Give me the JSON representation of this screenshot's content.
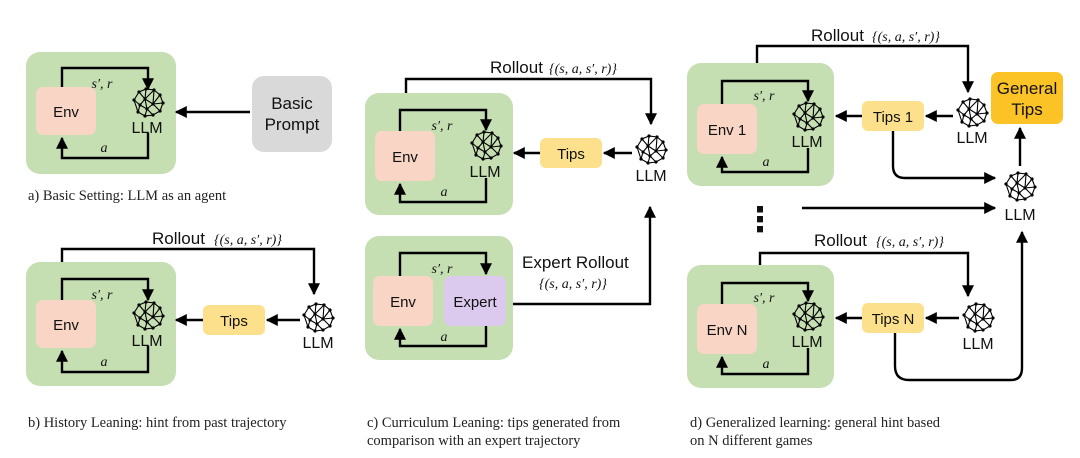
{
  "labels": {
    "env": "Env",
    "env_1": "Env 1",
    "env_n": "Env N",
    "llm": "LLM",
    "tips": "Tips",
    "tips_1": "Tips 1",
    "tips_n": "Tips N",
    "basic_prompt_line1": "Basic",
    "basic_prompt_line2": "Prompt",
    "general_tips_line1": "General",
    "general_tips_line2": "Tips",
    "expert": "Expert",
    "feedback": "s′, r",
    "action": "a",
    "rollout": "Rollout",
    "rollout_set": "{(s, a, s′, r)}",
    "expert_rollout": "Expert Rollout",
    "expert_rollout_set": "{(s, a, s′, r)}",
    "ellipsis": "⋮"
  },
  "captions": {
    "a": "a) Basic Setting: LLM as an agent",
    "b": "b) History Leaning: hint from past trajectory",
    "c_line1": "c) Curriculum Leaning: tips generated from",
    "c_line2": "comparison with an expert trajectory",
    "d_line1": "d) Generalized learning: general hint based",
    "d_line2": "on N different games"
  },
  "colors": {
    "panel": "#c6dfb2",
    "env": "#f8d5c4",
    "tips": "#fde08c",
    "general_tips": "#fcc326",
    "prompt": "#d9d9d9",
    "expert": "#dcc9ee"
  },
  "icons": [
    "neural-net-icon"
  ]
}
